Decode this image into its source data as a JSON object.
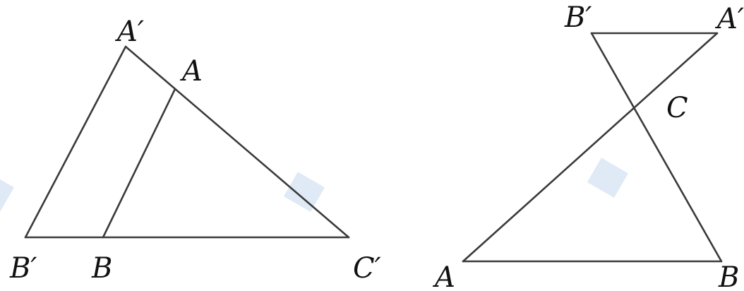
{
  "figures": {
    "left": {
      "labels": {
        "A_prime": "A′",
        "A": "A",
        "B_prime": "B′",
        "B": "B",
        "C_prime": "C′"
      }
    },
    "right": {
      "labels": {
        "B_prime": "B′",
        "A_prime": "A′",
        "C": "C",
        "A": "A",
        "B": "B"
      }
    }
  },
  "colors": {
    "line": "#3a3a3a",
    "label": "#111111",
    "watermark": "#c9dcf0"
  }
}
